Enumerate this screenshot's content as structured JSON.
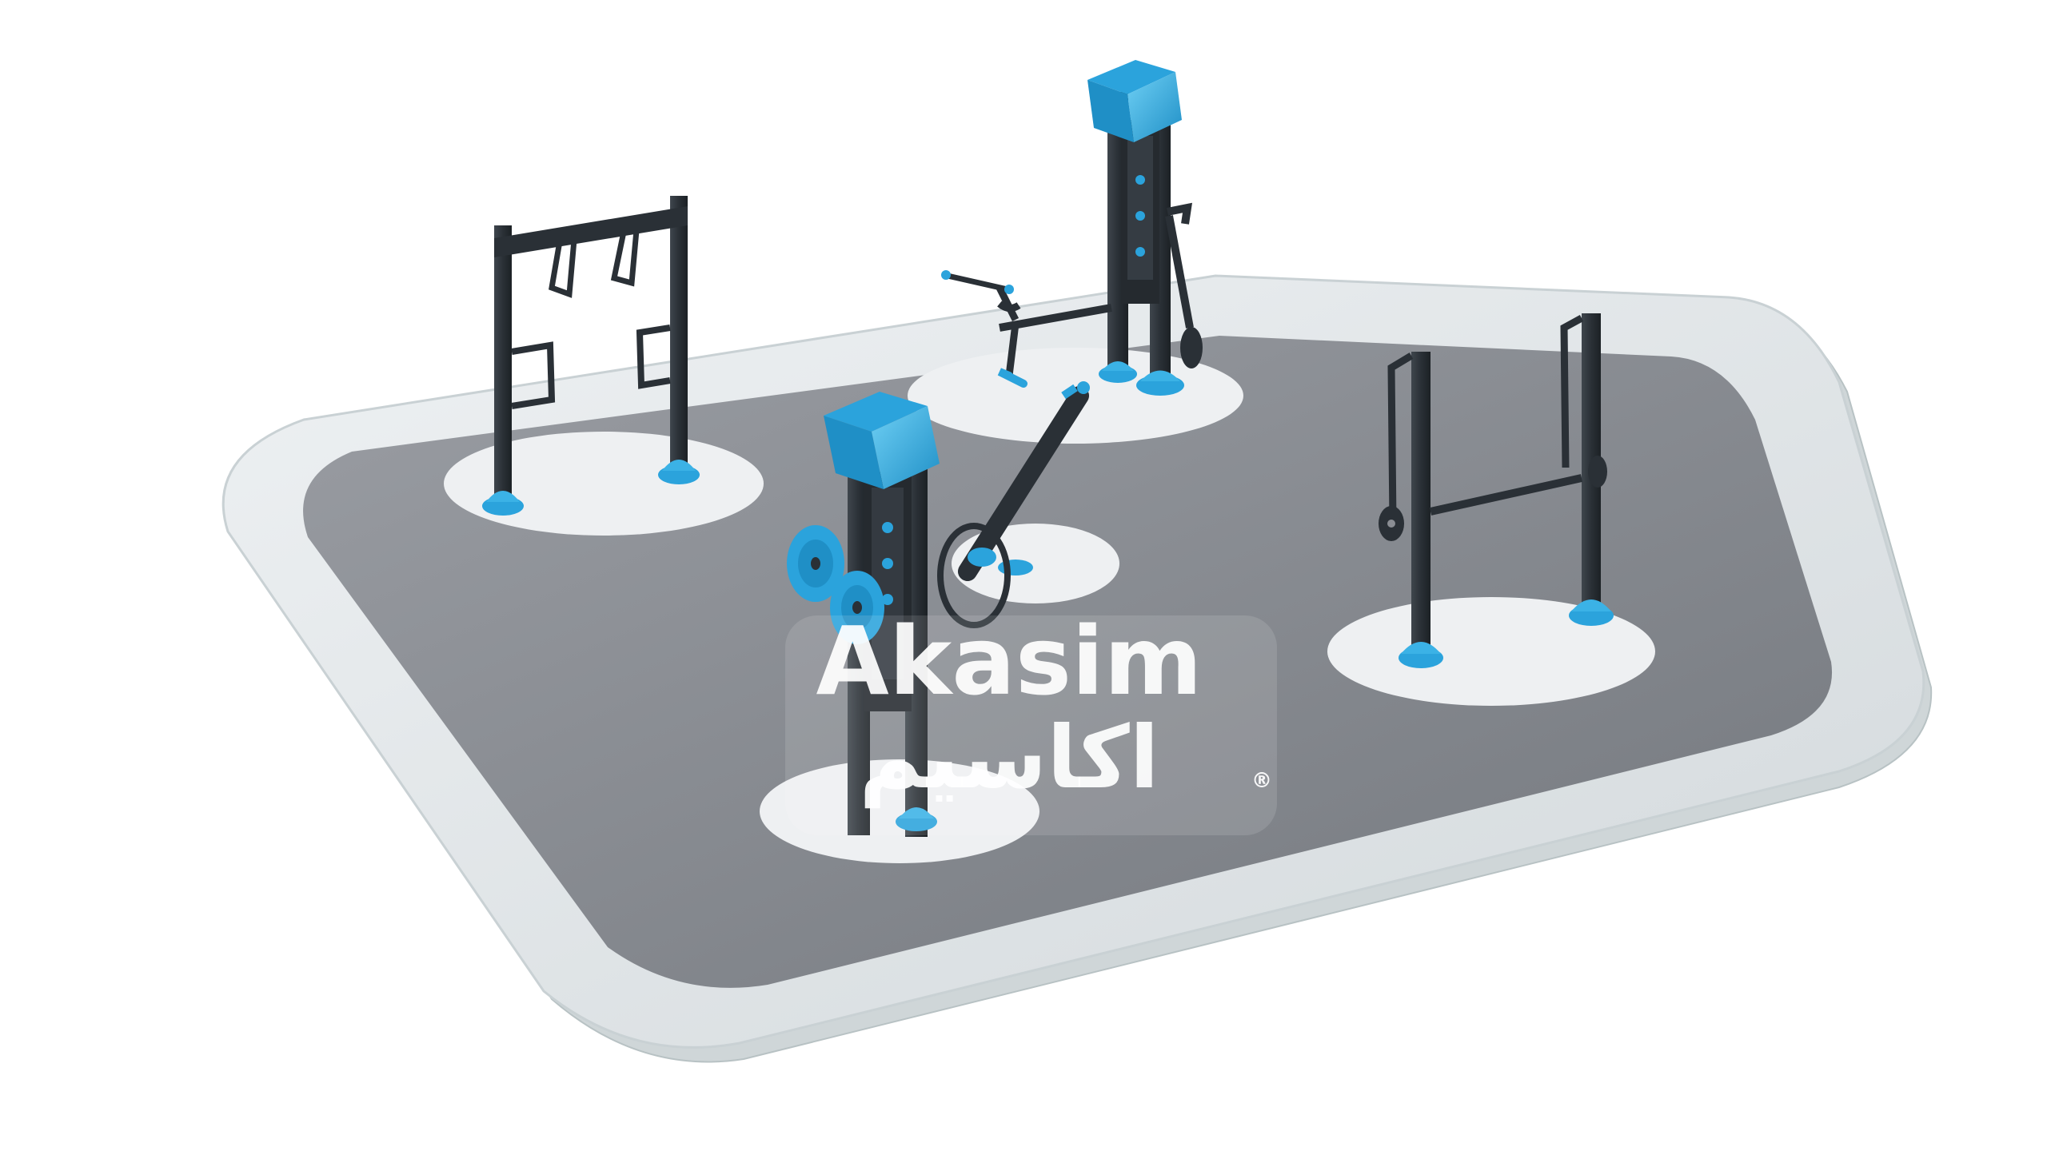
{
  "scene": {
    "colors": {
      "background": "#ffffff",
      "surface_dark": "#8a8d93",
      "surface_border": "#dfe3e6",
      "pad_light": "#eef0f2",
      "frame": "#2c3238",
      "accent": "#2ba3dc",
      "accent_light": "#5ec4ee"
    },
    "equipment": [
      {
        "id": "rings-frame",
        "icon": "pull-up-rings"
      },
      {
        "id": "rowing-station",
        "icon": "rowing-machine"
      },
      {
        "id": "wheel-station",
        "icon": "shoulder-wheel"
      },
      {
        "id": "parallel-bars",
        "icon": "leg-press-bars"
      }
    ]
  },
  "watermark": {
    "latin": "Akasim",
    "arabic": "اكاسيم",
    "registered": "®",
    "color": "#ffffff"
  }
}
